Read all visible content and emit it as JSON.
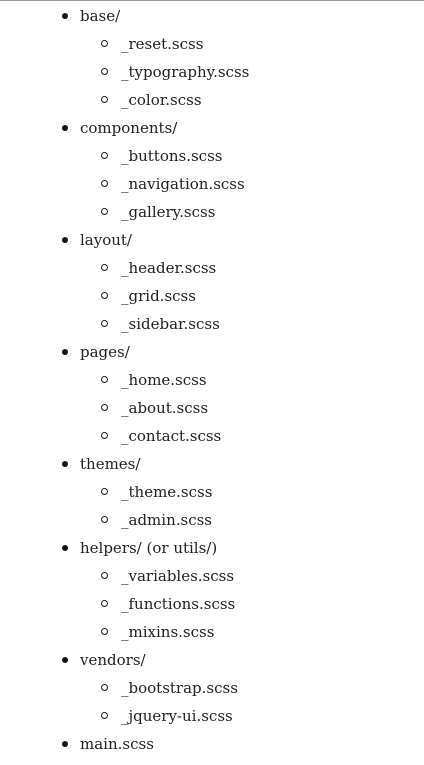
{
  "tree": [
    {
      "name": "base/",
      "children": [
        "_reset.scss",
        "_typography.scss",
        "_color.scss"
      ]
    },
    {
      "name": "components/",
      "children": [
        "_buttons.scss",
        "_navigation.scss",
        "_gallery.scss"
      ]
    },
    {
      "name": "layout/",
      "children": [
        "_header.scss",
        "_grid.scss",
        "_sidebar.scss"
      ]
    },
    {
      "name": "pages/",
      "children": [
        "_home.scss",
        "_about.scss",
        "_contact.scss"
      ]
    },
    {
      "name": "themes/",
      "children": [
        "_theme.scss",
        "_admin.scss"
      ]
    },
    {
      "name": "helpers/ (or utils/)",
      "children": [
        "_variables.scss",
        "_functions.scss",
        "_mixins.scss"
      ]
    },
    {
      "name": "vendors/",
      "children": [
        "_bootstrap.scss",
        "_jquery-ui.scss"
      ]
    },
    {
      "name": "main.scss",
      "children": []
    }
  ]
}
